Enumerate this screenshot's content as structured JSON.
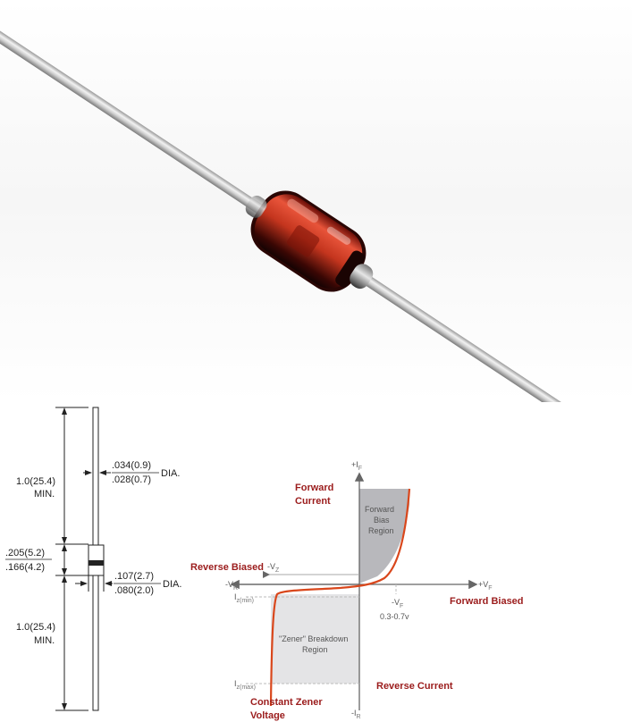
{
  "dimension_drawing": {
    "lead_length_top": "1.0(25.4)",
    "lead_length_top_note": "MIN.",
    "lead_dia_max": ".034(0.9)",
    "lead_dia_min": ".028(0.7)",
    "lead_dia_unit": "DIA.",
    "body_length_max": ".205(5.2)",
    "body_length_min": ".166(4.2)",
    "body_dia_max": ".107(2.7)",
    "body_dia_min": ".080(2.0)",
    "body_dia_unit": "DIA.",
    "lead_length_bottom": "1.0(25.4)",
    "lead_length_bottom_note": "MIN."
  },
  "iv_curve": {
    "forward_current": [
      "Forward",
      "Current"
    ],
    "forward_bias_region": [
      "Forward",
      "Bias",
      "Region"
    ],
    "reverse_biased": "Reverse Biased",
    "forward_biased": "Forward Biased",
    "zener_region": [
      "\"Zener\" Breakdown",
      "Region"
    ],
    "reverse_current": "Reverse Current",
    "constant_zener": [
      "Constant Zener",
      "Voltage"
    ],
    "plus_if": "+I",
    "plus_if_sub": "F",
    "minus_ir": "-I",
    "minus_ir_sub": "R",
    "plus_vf": "+V",
    "plus_vf_sub": "F",
    "minus_vr": "-V",
    "minus_vr_sub": "R",
    "minus_vz": "-V",
    "minus_vz_sub": "Z",
    "vf_label": "-V",
    "vf_sub": "F",
    "vf_range": "0.3-0.7v",
    "iz_min": "I",
    "iz_min_sub": "z(min)",
    "iz_max": "I",
    "iz_max_sub": "z(max)"
  },
  "colors": {
    "curve": "#d9471c",
    "glass_body": "#c4351e",
    "label_red": "#9b1c1c",
    "forward_region": "#b8b8bc",
    "zener_region": "#e4e4e6"
  }
}
